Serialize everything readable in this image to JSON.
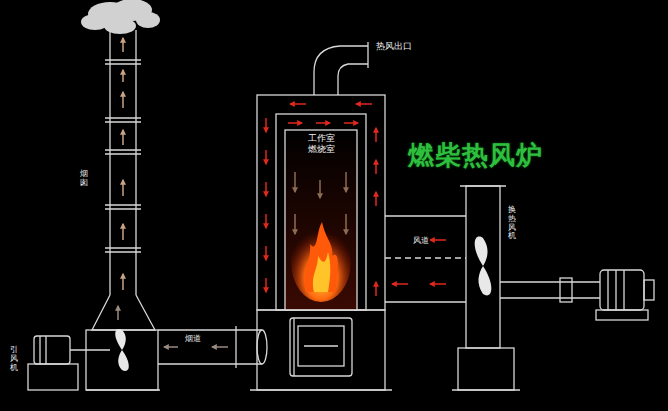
{
  "diagram": {
    "title": "燃柴热风炉",
    "labels": [
      "热风出口",
      "工作室燃烧室",
      "烟囱",
      "风道",
      "换热风机",
      "烟道",
      "引风机"
    ]
  }
}
